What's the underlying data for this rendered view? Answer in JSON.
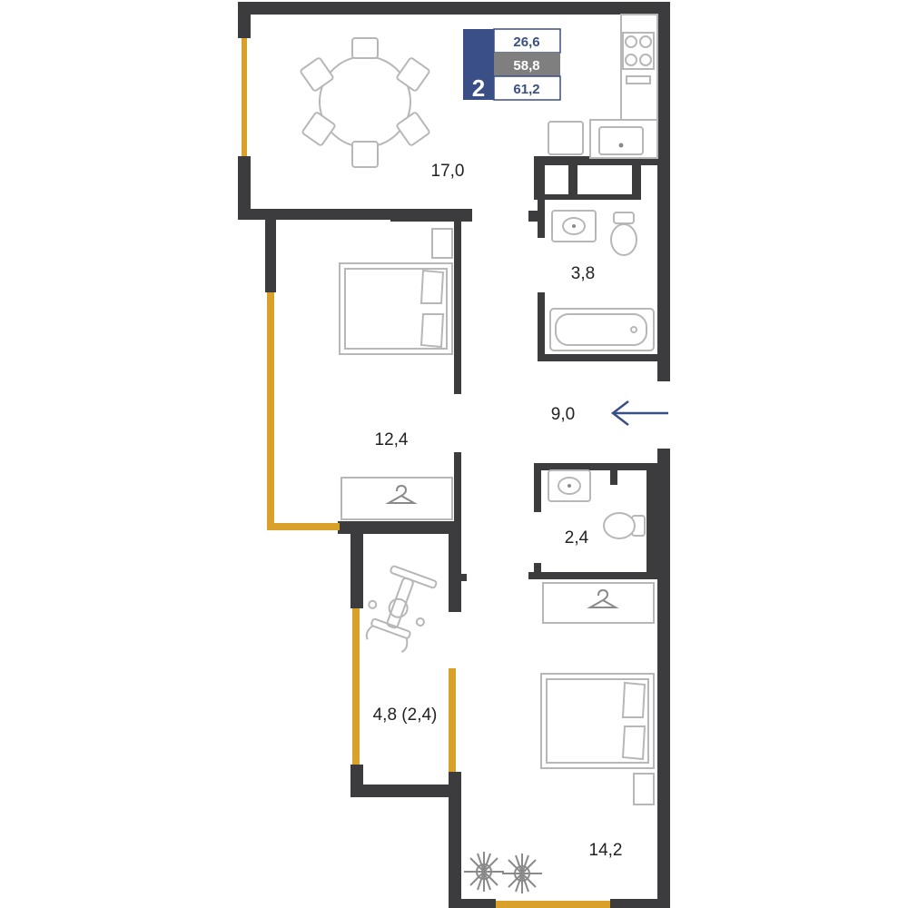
{
  "badge": {
    "rooms": "2",
    "living_area": "26,6",
    "total_area": "58,8",
    "total_area_with_balcony": "61,2",
    "colors": {
      "navy": "#3a4f86",
      "grey": "#7f7f7f",
      "white": "#ffffff"
    }
  },
  "rooms": {
    "kitchen_living": "17,0",
    "bathroom": "3,8",
    "bedroom_1": "12,4",
    "hallway": "9,0",
    "toilet": "2,4",
    "balcony": "4,8 (2,4)",
    "bedroom_2": "14,2"
  },
  "entrance_arrow_color": "#3a4f86",
  "colors": {
    "wall": "#3c3c3e",
    "window": "#d9a129",
    "furniture": "#b7b7b7"
  }
}
